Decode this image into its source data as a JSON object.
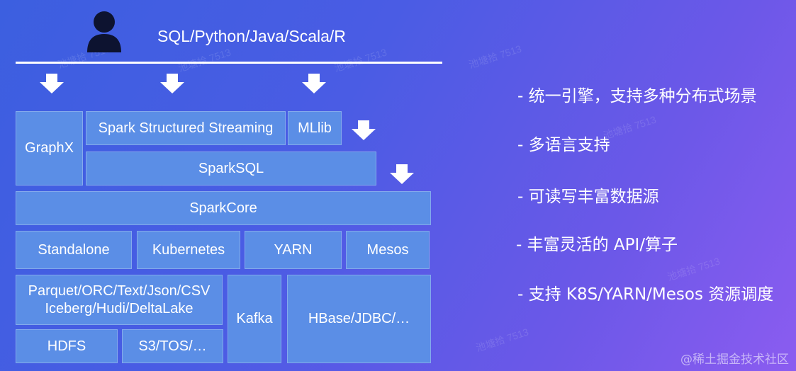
{
  "header": {
    "title": "SQL/Python/Java/Scala/R"
  },
  "stack": {
    "graphx": "GraphX",
    "streaming": "Spark Structured Streaming",
    "mllib": "MLlib",
    "sparksql": "SparkSQL",
    "sparkcore": "SparkCore",
    "standalone": "Standalone",
    "kubernetes": "Kubernetes",
    "yarn": "YARN",
    "mesos": "Mesos",
    "formats_line1": "Parquet/ORC/Text/Json/CSV",
    "formats_line2": "Iceberg/Hudi/DeltaLake",
    "kafka": "Kafka",
    "hbase": "HBase/JDBC/…",
    "hdfs": "HDFS",
    "s3": "S3/TOS/…"
  },
  "features": [
    "- 统一引擎，支持多种分布式场景",
    "- 多语言支持",
    "- 可读写丰富数据源",
    "- 丰富灵活的 API/算子",
    "- 支持 K8S/YARN/Mesos 资源调度"
  ],
  "watermark": "池塘拾 7513",
  "credit": "@稀土掘金技术社区"
}
